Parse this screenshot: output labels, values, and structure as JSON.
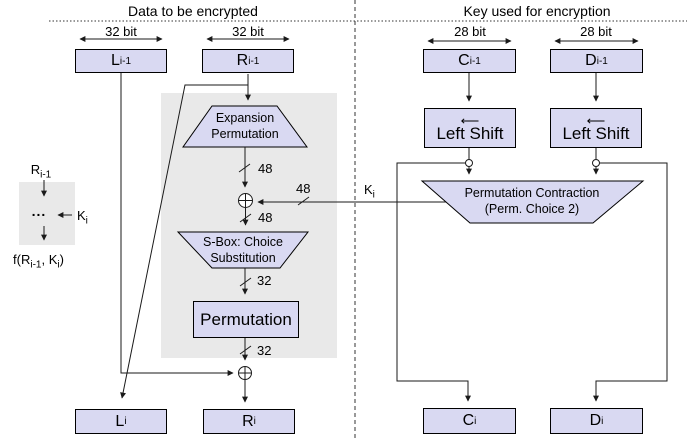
{
  "colors": {
    "box_fill": "#d9d9f2",
    "box_border": "#000000",
    "panel_gray": "#e9e9e9",
    "line": "#1a1a1a"
  },
  "header": {
    "left_title": "Data to be encrypted",
    "right_title": "Key used for encryption"
  },
  "bit_labels": {
    "l_prev": "32 bit",
    "r_prev": "32 bit",
    "c_prev": "28 bit",
    "d_prev": "28 bit"
  },
  "registers": {
    "l_prev": {
      "base": "L",
      "sub": "i-1"
    },
    "r_prev": {
      "base": "R",
      "sub": "i-1"
    },
    "c_prev": {
      "base": "C",
      "sub": "i-1"
    },
    "d_prev": {
      "base": "D",
      "sub": "i-1"
    },
    "l_next": {
      "base": "L",
      "sub": "i"
    },
    "r_next": {
      "base": "R",
      "sub": "i"
    },
    "c_next": {
      "base": "C",
      "sub": "i"
    },
    "d_next": {
      "base": "D",
      "sub": "i"
    }
  },
  "blocks": {
    "expansion": {
      "line1": "Expansion",
      "line2": "Permutation"
    },
    "sbox": {
      "line1": "S-Box: Choice",
      "line2": "Substitution"
    },
    "permutation": "Permutation",
    "left_shift_c": "Left Shift",
    "left_shift_d": "Left Shift",
    "perm_contraction": {
      "line1": "Permutation Contraction",
      "line2": "(Perm. Choice 2)"
    }
  },
  "icons": {
    "left_shift_arrow": "⟵"
  },
  "wire_labels": {
    "expansion_out": "48",
    "key_in": "48",
    "xor_out": "48",
    "sbox_out": "32",
    "perm_out": "32",
    "key": {
      "base": "K",
      "sub": "i"
    }
  },
  "legend": {
    "input": {
      "base": "R",
      "sub": "i-1"
    },
    "dots": "...",
    "key": {
      "base": "K",
      "sub": "i"
    },
    "output": {
      "p1": "f(R",
      "sub1": "i-1",
      "p2": ", K",
      "sub2": "i",
      "p3": ")"
    }
  }
}
